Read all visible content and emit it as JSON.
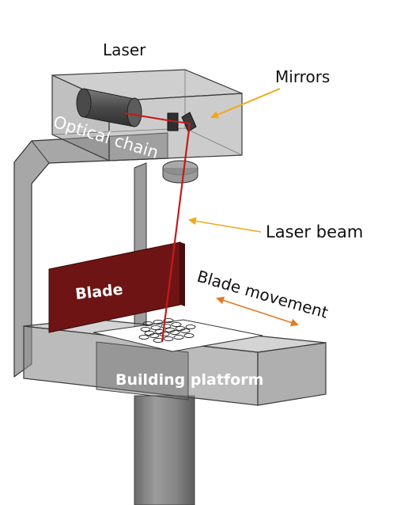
{
  "labels": {
    "laser": "Laser",
    "mirrors": "Mirrors",
    "optical_chain": "Optical chain",
    "laser_beam": "Laser beam",
    "blade": "Blade",
    "blade_movement": "Blade movement",
    "building_platform": "Building platform"
  },
  "colors": {
    "housing_fill": "#8f8f8f",
    "housing_edge": "#3a3a3a",
    "blade": "#6e1414",
    "beam": "#c41a1a",
    "mirrors_arrow": "#f0a818",
    "laser_beam_arrow": "#f0a818",
    "movement_arrow": "#e07a2a"
  }
}
